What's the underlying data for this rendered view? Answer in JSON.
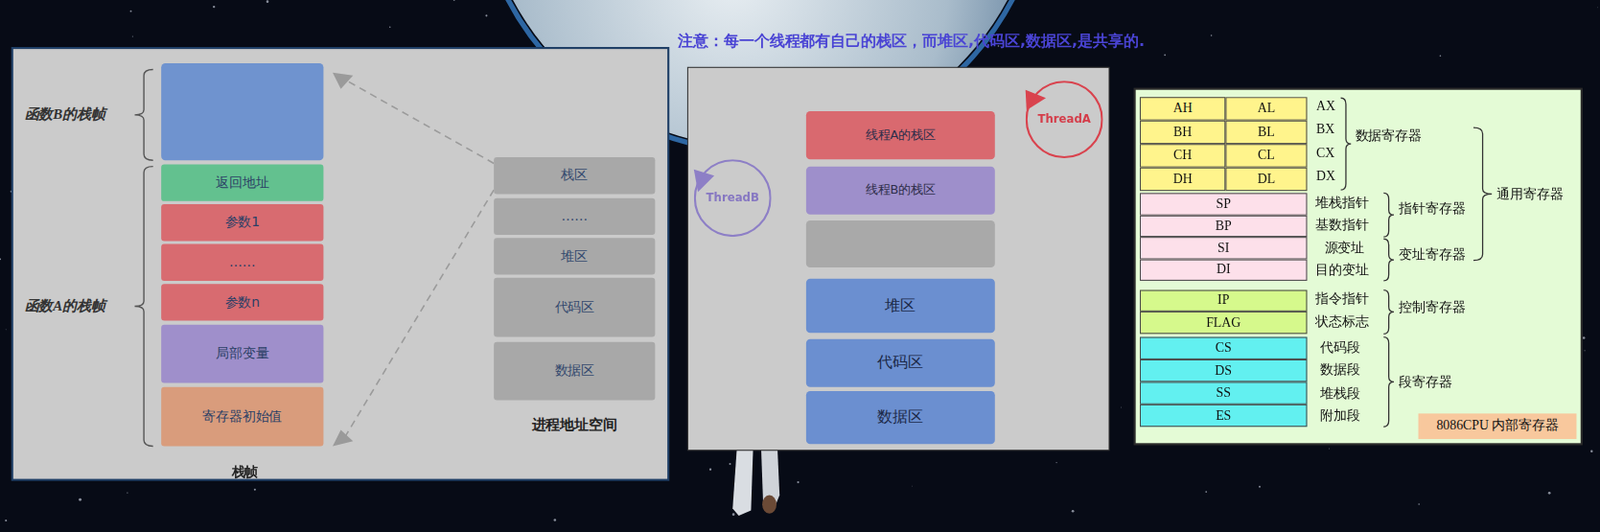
{
  "diagram": {
    "nodes": [
      {
        "text": [
          "返回地址"
        ]
      },
      {
        "text": [
          "参数1"
        ]
      },
      {
        "text": [
          "……"
        ]
      },
      {
        "text": [
          "参数n"
        ]
      },
      {
        "text": [
          "局部变量"
        ]
      },
      {
        "text": [
          "寄存器初始值"
        ]
      },
      {
        "text": [
          "栈区"
        ]
      },
      {
        "text": [
          "……"
        ]
      },
      {
        "text": [
          "堆区"
        ]
      },
      {
        "text": [
          "代码区"
        ]
      },
      {
        "text": [
          "数据区"
        ]
      },
      {
        "text": [
          "ThreadA"
        ]
      },
      {
        "text": [
          "线程A的栈区"
        ]
      },
      {
        "text": [
          "ThreadB"
        ]
      },
      {
        "text": [
          "线程B的栈区"
        ]
      },
      {
        "text": [
          "堆区"
        ]
      },
      {
        "text": [
          "代码区"
        ]
      },
      {
        "text": [
          "数据区"
        ]
      },
      {
        "text": [
          "AH"
        ]
      },
      {
        "text": [
          "AL"
        ]
      },
      {
        "text": [
          "BH"
        ]
      },
      {
        "text": [
          "BL"
        ]
      },
      {
        "text": [
          "CH"
        ]
      },
      {
        "text": [
          "CL"
        ]
      },
      {
        "text": [
          "DH"
        ]
      },
      {
        "text": [
          "DL"
        ]
      },
      {
        "text": [
          "SP"
        ]
      },
      {
        "text": [
          "BP"
        ]
      },
      {
        "text": [
          "SI"
        ]
      },
      {
        "text": [
          "DI"
        ]
      },
      {
        "text": [
          "IP"
        ]
      },
      {
        "text": [
          "FLAG"
        ]
      },
      {
        "text": [
          "CS"
        ]
      },
      {
        "text": [
          "DS"
        ]
      },
      {
        "text": [
          "SS"
        ]
      },
      {
        "text": [
          "ES"
        ]
      },
      {
        "text": [
          "8086CPU 内部寄存器"
        ]
      }
    ],
    "labels": [
      "注意：每一个线程都有自己的栈区，而堆区,代码区,数据区,是共享的.",
      "函数B的栈帧",
      "函数A的栈帧",
      "栈帧",
      "进程地址空间",
      "AX",
      "BX",
      "CX",
      "DX",
      "数据寄存器",
      "堆栈指针",
      "基数指针",
      "指针寄存器",
      "源变址",
      "目的变址",
      "变址寄存器",
      "通用寄存器",
      "指令指针",
      "状态标志",
      "控制寄存器",
      "代码段",
      "数据段",
      "堆栈段",
      "附加段",
      "段寄存器"
    ]
  }
}
